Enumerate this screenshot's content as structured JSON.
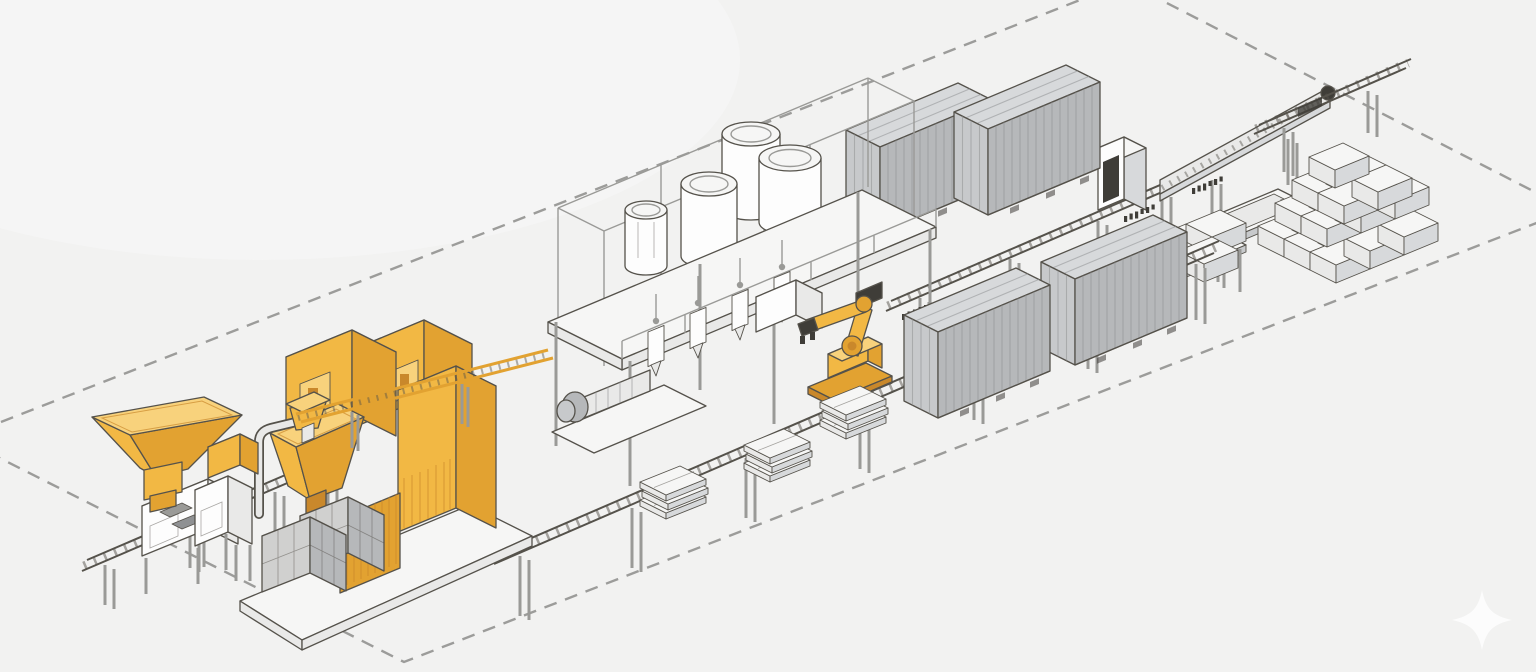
{
  "scene": {
    "label": "Isometric line-art illustration of an automated bagging and container loading production line",
    "background": "#f2f2f1",
    "colors": {
      "c-bg": "#f2f2f1",
      "c-accent": "#f2b844",
      "c-accent-light": "#f8d27c",
      "c-accent-dark": "#e2a231",
      "c-accent-deep": "#c9882b",
      "c-line": "#55524b",
      "c-steel": "#9a9a97",
      "c-dash": "#9c9c9a",
      "c-white": "#fdfdfd",
      "c-panel": "#f6f6f5",
      "c-belt": "#e9e9e8",
      "c-gray-top": "#d7d9db",
      "c-gray-side": "#b6b8ba",
      "c-gray-end": "#c7c9cb",
      "c-gray-dark": "#8f9193",
      "c-crate": "#d0d0cf",
      "c-dark": "#3f3d38",
      "c-sparkle": "#fcfcfc"
    },
    "components": [
      {
        "id": "boundary-outline",
        "label": "dashed isometric plot boundary"
      },
      {
        "id": "raw-material-feeder",
        "label": "yellow raw material feeder hopper"
      },
      {
        "id": "bagging-machine",
        "label": "small white bagging machine"
      },
      {
        "id": "mixing-station",
        "label": "yellow mixing and dosing machines"
      },
      {
        "id": "weigh-hopper",
        "label": "yellow weighing hopper with funnel"
      },
      {
        "id": "electrical-cabinet",
        "label": "tall yellow control cabinet"
      },
      {
        "id": "mesh-crates",
        "label": "gray mesh pallet crates",
        "count": 2
      },
      {
        "id": "overhead-conveyor",
        "label": "overhead transfer rails"
      },
      {
        "id": "mezzanine-platform",
        "label": "steel mezzanine platform with cage frame"
      },
      {
        "id": "storage-silos",
        "label": "cylindrical storage silos",
        "count": 4
      },
      {
        "id": "extruder-unit",
        "label": "extruder barrel with drive motor"
      },
      {
        "id": "filling-stations",
        "label": "row of filling stations",
        "count": 4
      },
      {
        "id": "palletizing-robot",
        "label": "yellow six-axis palletizing robot"
      },
      {
        "id": "infeed-conveyor",
        "label": "left infeed belt conveyor"
      },
      {
        "id": "main-conveyor",
        "label": "long front roller conveyor"
      },
      {
        "id": "top-conveyor",
        "label": "rear outfeed roller conveyor"
      },
      {
        "id": "inspection-gate",
        "label": "inspection scanner gate"
      },
      {
        "id": "incline-conveyor",
        "label": "inclined belt conveyor"
      },
      {
        "id": "discharge-conveyor",
        "label": "top-right discharge conveyor"
      },
      {
        "id": "sorting-tables",
        "label": "white sorting trough tables",
        "count": 2
      },
      {
        "id": "shipping-containers",
        "label": "gray corrugated shipping containers",
        "count": 4
      },
      {
        "id": "carton-stack",
        "label": "stacked finished-goods cartons"
      },
      {
        "id": "bag-pallets",
        "label": "small pallets of stacked bags",
        "count": 3
      },
      {
        "id": "sparkle-watermark",
        "label": "white four-point sparkle watermark"
      }
    ]
  }
}
